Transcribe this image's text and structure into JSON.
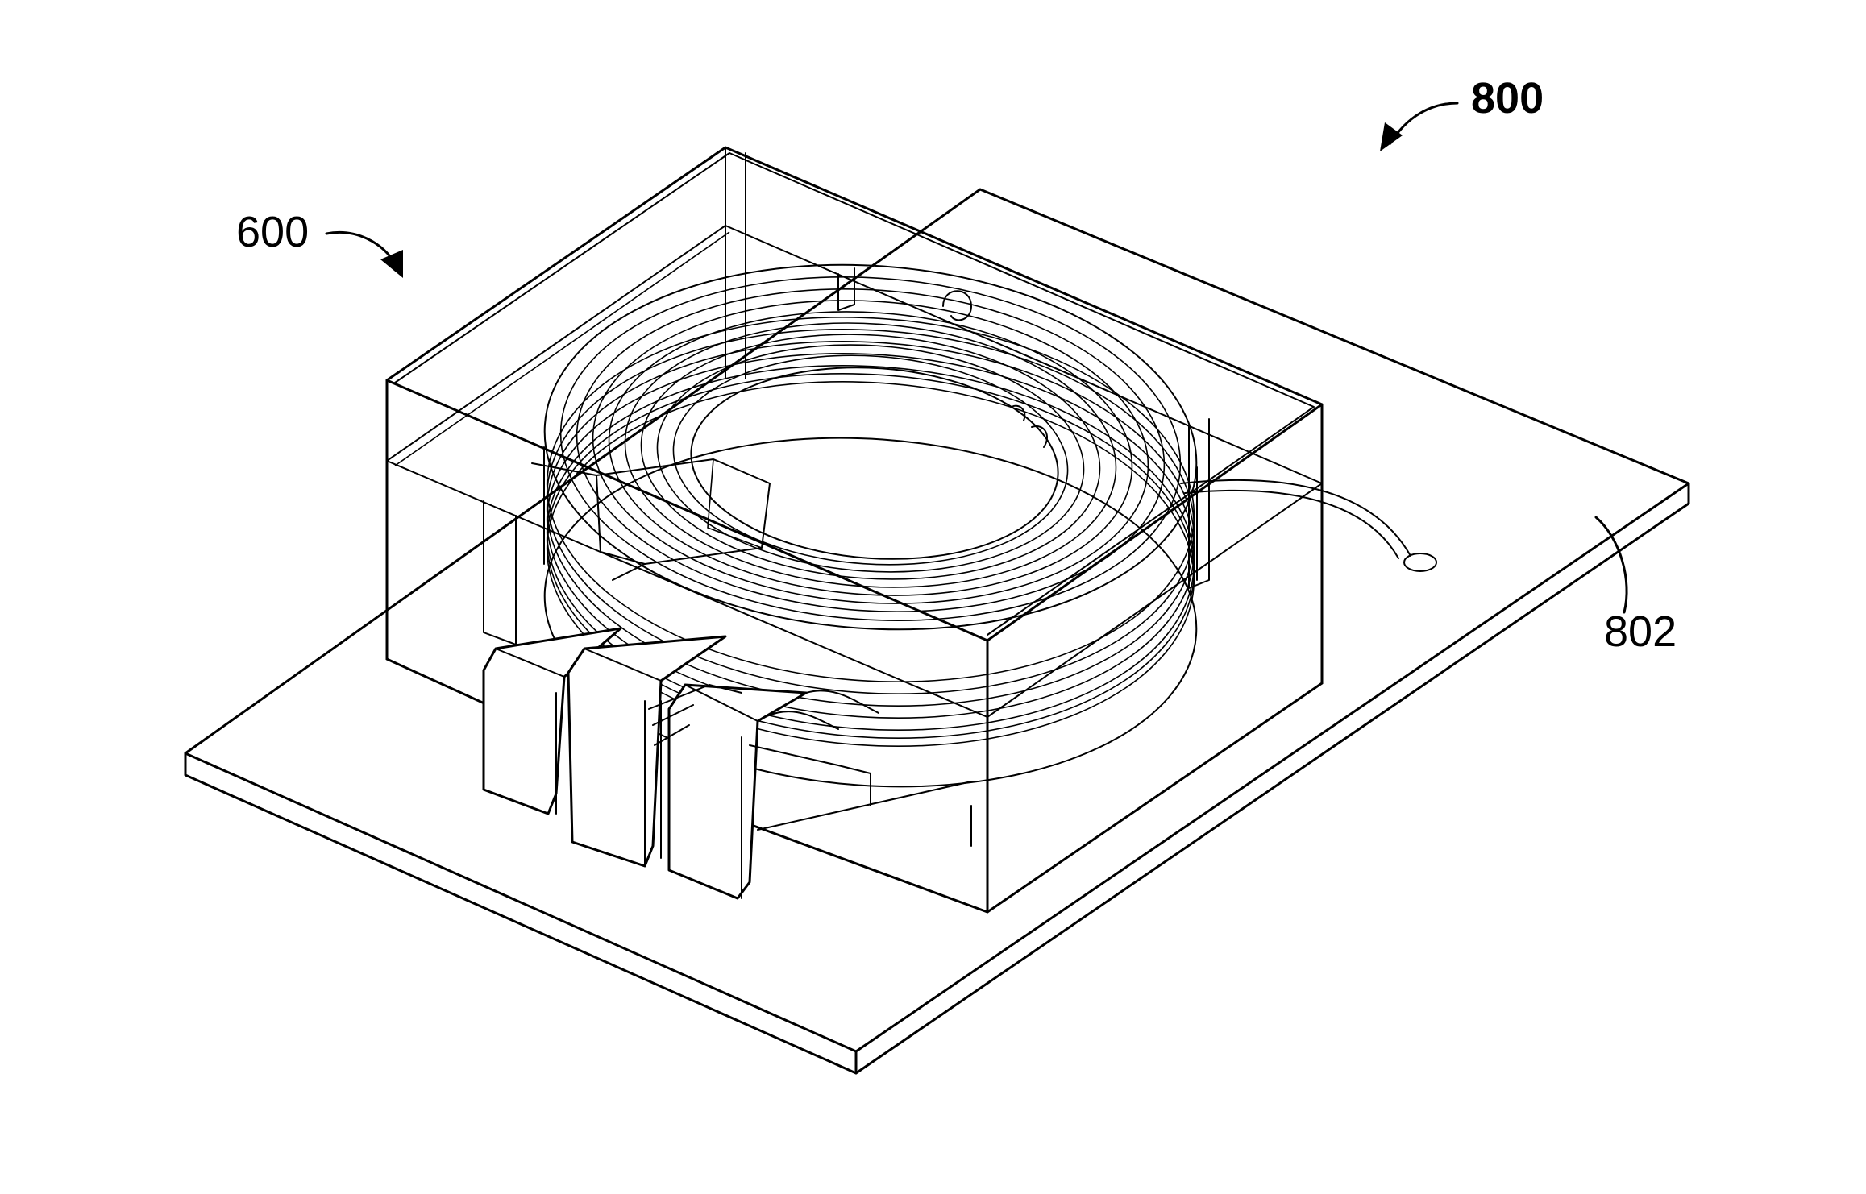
{
  "figure": {
    "labels": {
      "assembly": "800",
      "inductor": "600",
      "substrate": "802"
    }
  }
}
